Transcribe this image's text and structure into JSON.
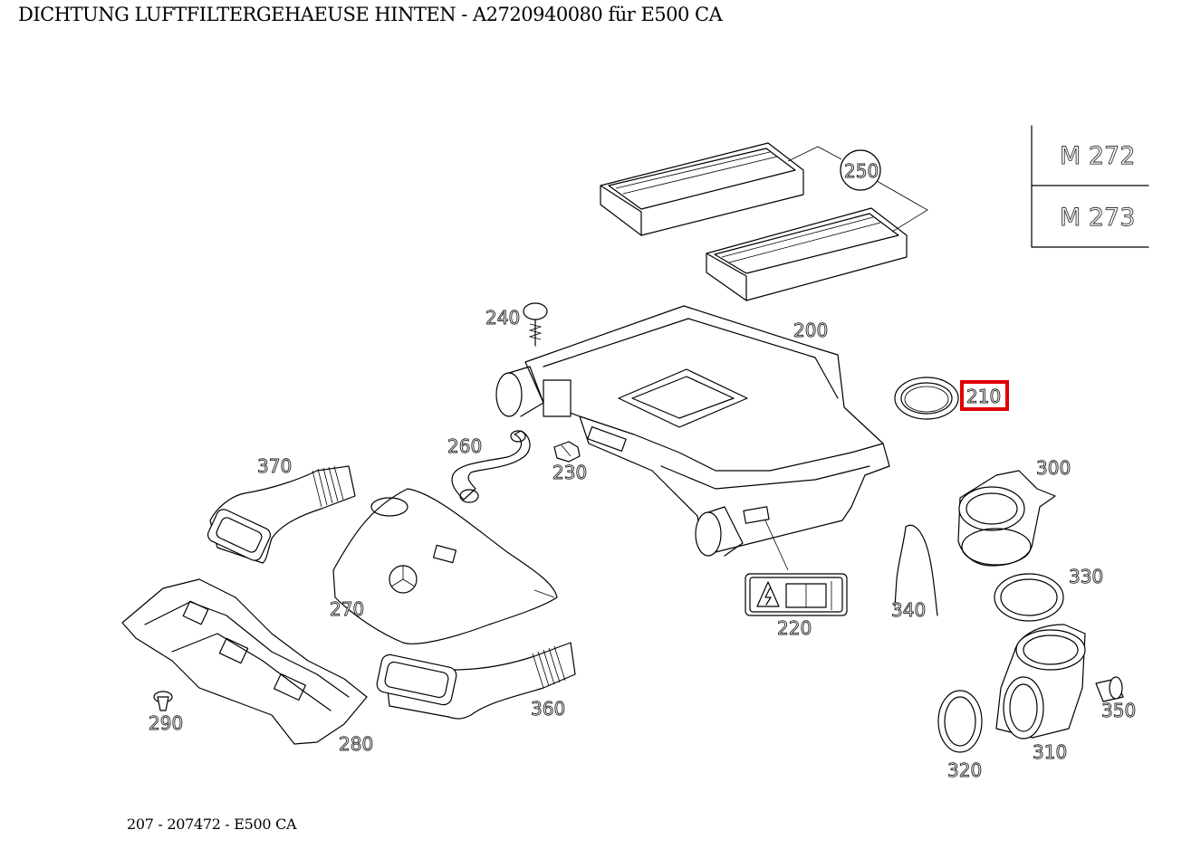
{
  "title": "DICHTUNG LUFTFILTERGEHAEUSE HINTEN - A2720940080 für E500 CA",
  "footer": "207 - 207472 - E500 CA",
  "engine_codes": [
    "M 272",
    "M 273"
  ],
  "highlight_color": "#e00000",
  "highlighted_part": "210",
  "parts": {
    "p200": "200",
    "p210": "210",
    "p220": "220",
    "p230": "230",
    "p240": "240",
    "p250": "250",
    "p260": "260",
    "p270": "270",
    "p280": "280",
    "p290": "290",
    "p300": "300",
    "p310": "310",
    "p320": "320",
    "p330": "330",
    "p340": "340",
    "p350": "350",
    "p360": "360",
    "p370": "370"
  }
}
